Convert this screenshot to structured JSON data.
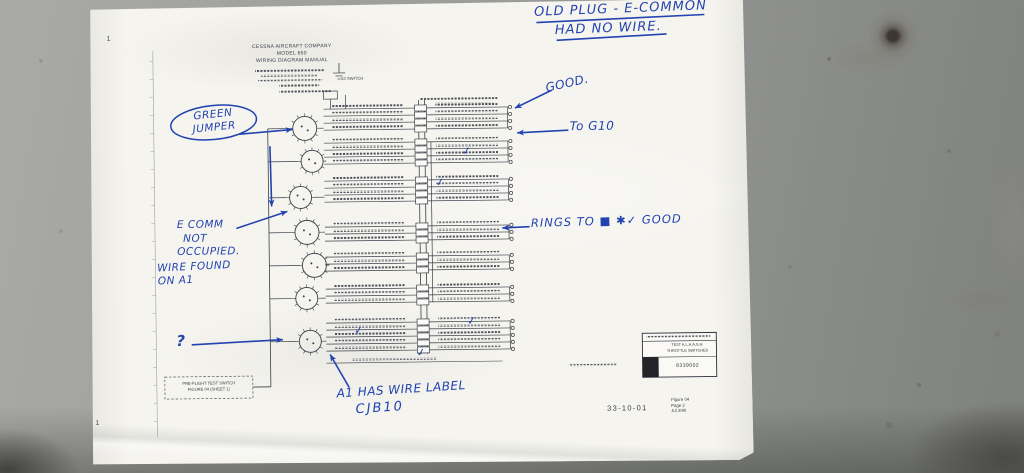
{
  "scene": {
    "surface": "concrete",
    "ink_color": "#2343b0"
  },
  "document": {
    "header": {
      "company": "CESSNA AIRCRAFT COMPANY",
      "model": "MODEL 650",
      "manual": "WIRING DIAGRAM MANUAL"
    },
    "diagram_labels": {
      "switch": "53 SWITCH"
    },
    "preflight_caption": {
      "line1": "PRE-FLIGHT TEST SWITCH",
      "line2": "FIGURE 04 (SHEET 1)"
    },
    "title_block": {
      "line1": "TEST A,L,H,A,S,H.",
      "line2": "THROTTLE SWITCHES",
      "part_number": "8339002"
    },
    "footer": {
      "ata_code": "33-10-01",
      "figure": "Figure 04",
      "page": "Page 2",
      "date": "Jul 3/90"
    },
    "page_markers": {
      "top": "1",
      "bottom": "1"
    }
  },
  "handwritten": {
    "old_plug": {
      "line1": "OLD PLUG - E-COMMON",
      "line2": "HAD NO WIRE."
    },
    "good": "GOOD.",
    "to_g10": "To G10",
    "green_jumper": {
      "line1": "GREEN",
      "line2": "JUMPER"
    },
    "e_comm": {
      "line1": "E COMM",
      "line2": "NOT",
      "line3": "OCCUPIED."
    },
    "wire_found": {
      "line1": "WIRE FOUND",
      "line2": "ON A1"
    },
    "rings": "RINGS TO ■ ✱✓ GOOD",
    "question_mark": "?",
    "a1_wire": {
      "line1": "A1 HAS WIRE LABEL",
      "line2": "CJB10"
    },
    "checkmark": "✓"
  }
}
